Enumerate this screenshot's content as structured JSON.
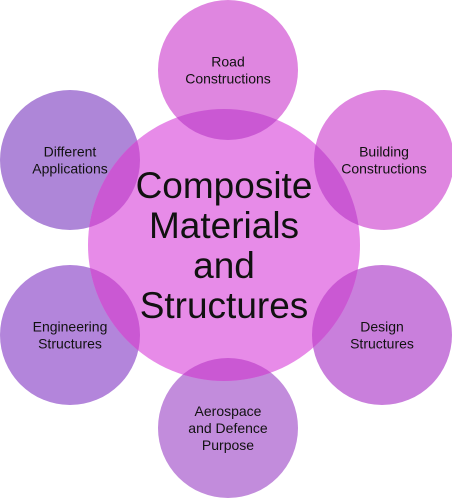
{
  "diagram": {
    "center": {
      "lines": [
        "Composite",
        "Materials",
        "and",
        "Structures"
      ],
      "color": "#e78be8"
    },
    "nodes": [
      {
        "id": "road",
        "lines": [
          "Road",
          "Constructions"
        ],
        "color": "#df86e0"
      },
      {
        "id": "building",
        "lines": [
          "Building",
          "Constructions"
        ],
        "color": "#df86e0"
      },
      {
        "id": "design",
        "lines": [
          "Design",
          "Structures"
        ],
        "color": "#c97fdc"
      },
      {
        "id": "aerospace",
        "lines": [
          "Aerospace",
          "and Defence",
          "Purpose"
        ],
        "color": "#c28cdc"
      },
      {
        "id": "engineering",
        "lines": [
          "Engineering",
          "Structures"
        ],
        "color": "#b385db"
      },
      {
        "id": "different",
        "lines": [
          "Different",
          "Applications"
        ],
        "color": "#ae86d8"
      }
    ],
    "overlap_color": "#c44fcf"
  }
}
